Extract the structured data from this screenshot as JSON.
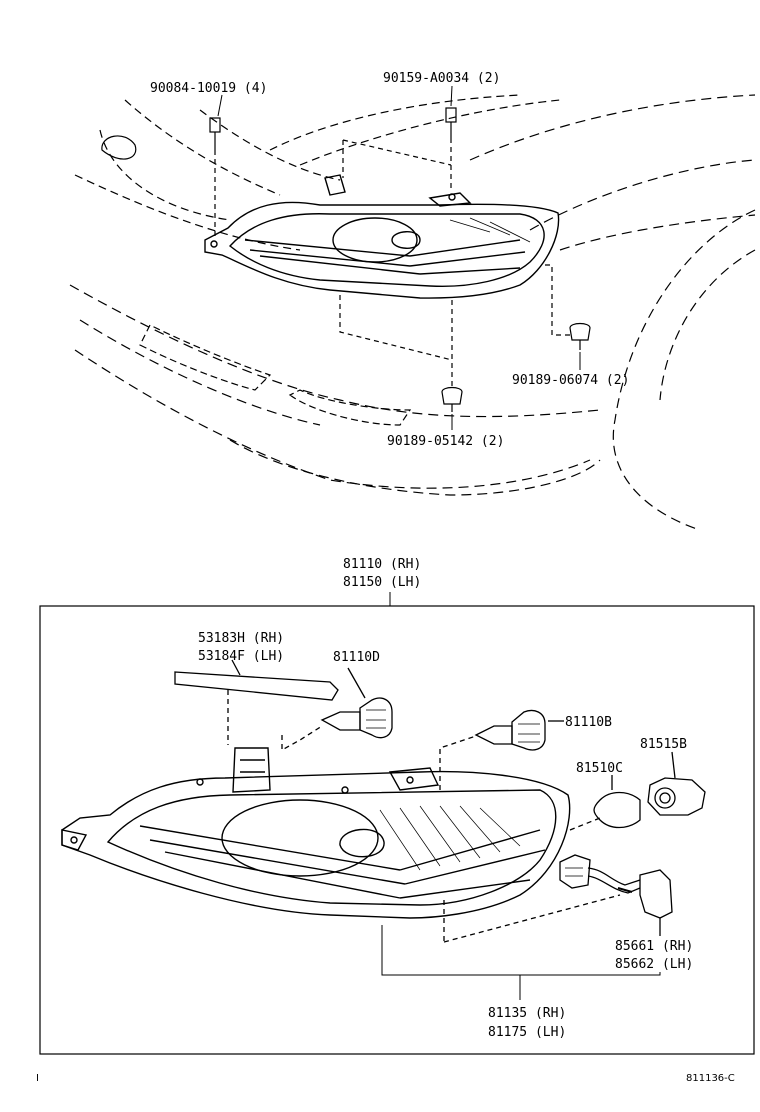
{
  "labels": {
    "bolt_top_left": "90084-10019 (4)",
    "bolt_top_right": "90159-A0034 (2)",
    "clip_right": "90189-06074 (2)",
    "clip_bottom": "90189-05142 (2)",
    "assembly_rh": "81110 (RH)",
    "assembly_lh": "81150 (LH)",
    "cover_rh": "53183H (RH)",
    "cover_lh": "53184F (LH)",
    "bulb_d": "81110D",
    "bulb_b": "81110B",
    "socket_b": "81515B",
    "bulb_c": "81510C",
    "socket_rh": "85661 (RH)",
    "socket_lh": "85662 (LH)",
    "lens_rh": "81135 (RH)",
    "lens_lh": "81175 (LH)",
    "page_mark": "I",
    "figure_ref": "811136-C"
  }
}
